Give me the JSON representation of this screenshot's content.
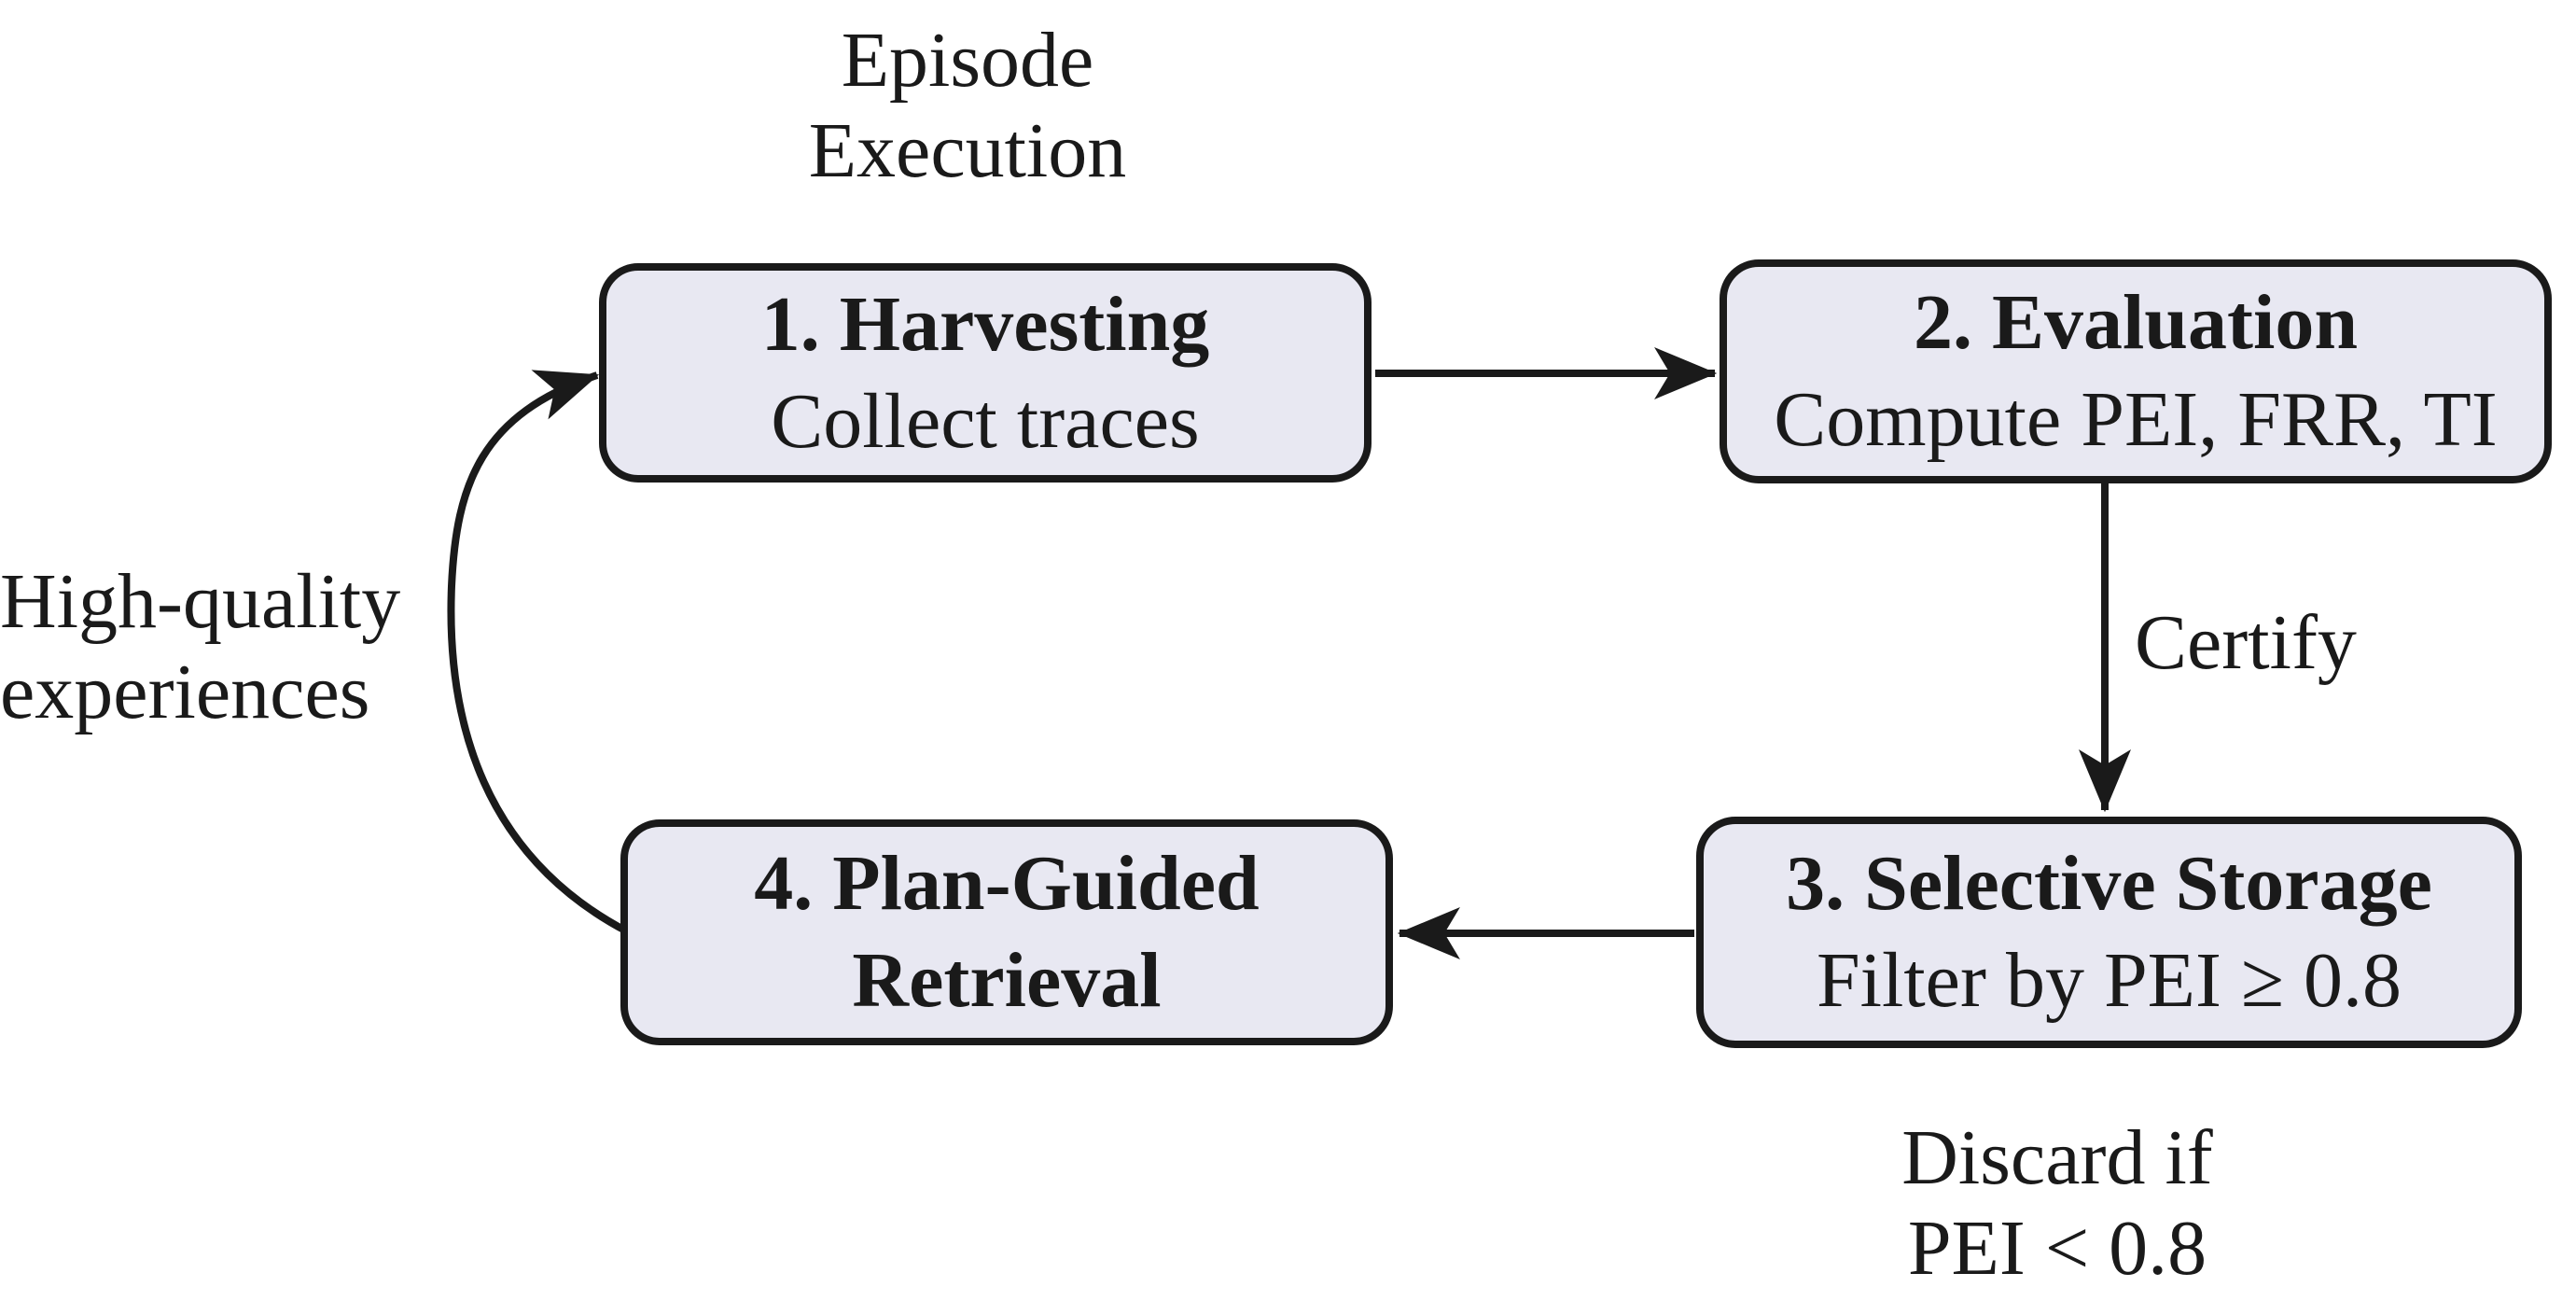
{
  "diagram": {
    "background_color": "#ffffff",
    "box_fill_color": "#e8e8f2",
    "stroke_color": "#1a1a1a"
  },
  "boxes": {
    "harvesting": {
      "title": "1. Harvesting",
      "subtitle": "Collect traces"
    },
    "evaluation": {
      "title": "2. Evaluation",
      "subtitle": "Compute PEI, FRR, TI"
    },
    "storage": {
      "title": "3. Selective Storage",
      "subtitle": "Filter by PEI ≥ 0.8"
    },
    "retrieval": {
      "title": "4. Plan-Guided",
      "subtitle": "Retrieval"
    }
  },
  "labels": {
    "episode": {
      "line1": "Episode",
      "line2": "Execution"
    },
    "feedback": {
      "line1": "High-quality",
      "line2": "experiences"
    },
    "certify": "Certify",
    "discard": {
      "line1": "Discard if",
      "line2": "PEI < 0.8"
    }
  }
}
